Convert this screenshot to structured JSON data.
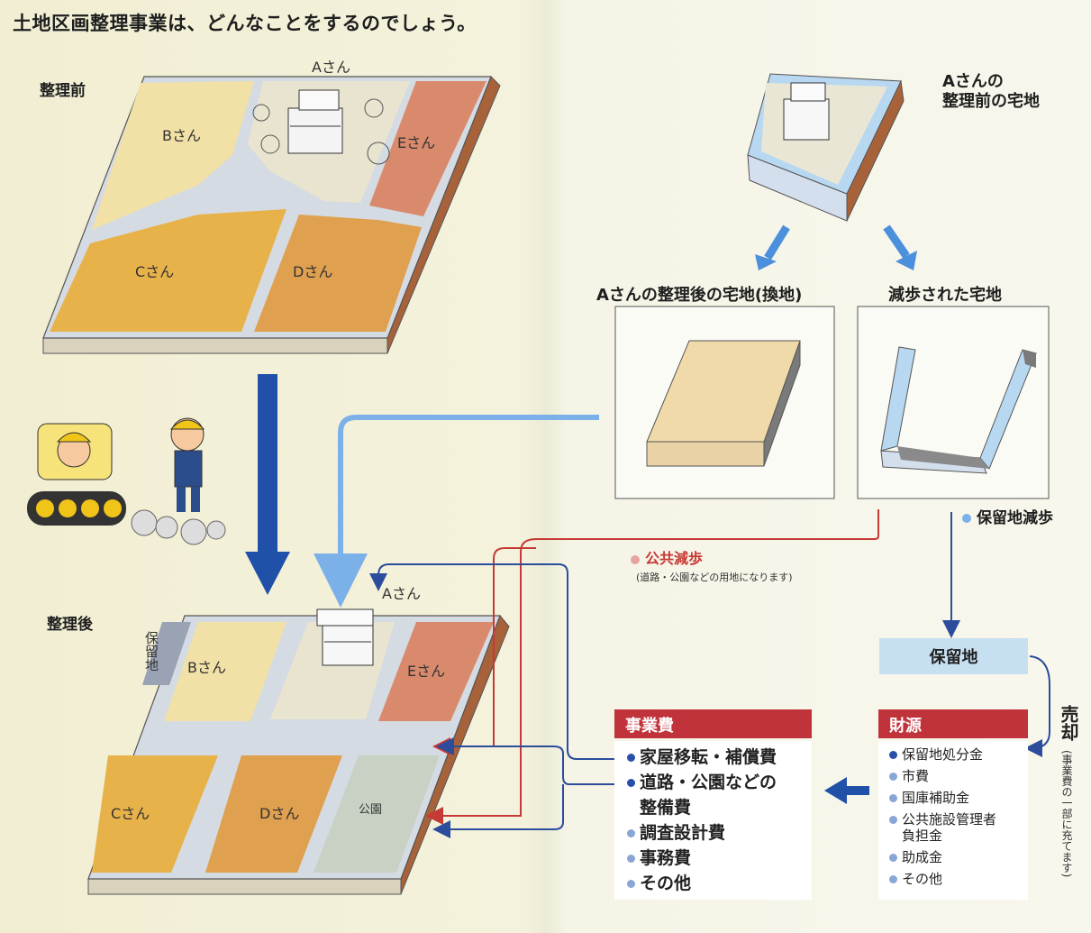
{
  "title": "土地区画整理事業は、どんなことをするのでしょう。",
  "before": {
    "label": "整理前",
    "owners": {
      "a": "Aさん",
      "b": "Bさん",
      "c": "Cさん",
      "d": "Dさん",
      "e": "Eさん"
    }
  },
  "after": {
    "label": "整理後",
    "owners": {
      "a": "Aさん",
      "b": "Bさん",
      "c": "Cさん",
      "d": "Dさん",
      "e": "Eさん"
    },
    "reserve_land_label": "保留地",
    "park_label": "公園"
  },
  "a_before_caption": "Aさんの\n整理前の宅地",
  "panels": {
    "after_replot": "Aさんの整理後の宅地(換地)",
    "reduced": "減歩された宅地"
  },
  "reserve_reduction_label": "保留地減歩",
  "public_reduction": {
    "label": "公共減歩",
    "note": "(道路・公園などの用地になります)"
  },
  "reserve_land_box": "保留地",
  "sale": {
    "label": "売却",
    "note": "(事業費の一部に充てます)"
  },
  "project_costs": {
    "header": "事業費",
    "items": [
      {
        "text": "家屋移転・補償費"
      },
      {
        "text": "道路・公園などの",
        "cont": "整備費"
      },
      {
        "text": "調査設計費"
      },
      {
        "text": "事務費"
      },
      {
        "text": "その他"
      }
    ]
  },
  "funding": {
    "header": "財源",
    "items": [
      {
        "text": "保留地処分金"
      },
      {
        "text": "市費"
      },
      {
        "text": "国庫補助金"
      },
      {
        "text": "公共施設管理者",
        "cont": "負担金"
      },
      {
        "text": "助成金"
      },
      {
        "text": "その他"
      }
    ]
  },
  "colors": {
    "land_b": "#f1e1a6",
    "land_c": "#e8b24a",
    "land_d": "#dfa04f",
    "land_e": "#d98a6c",
    "road": "#cfd5dc",
    "flow_light": "#7bb1e8",
    "flow_dark": "#2b4d9c",
    "flow_red": "#c63a35",
    "header_red": "#c0333b",
    "reserve_box": "#c6dff1"
  }
}
